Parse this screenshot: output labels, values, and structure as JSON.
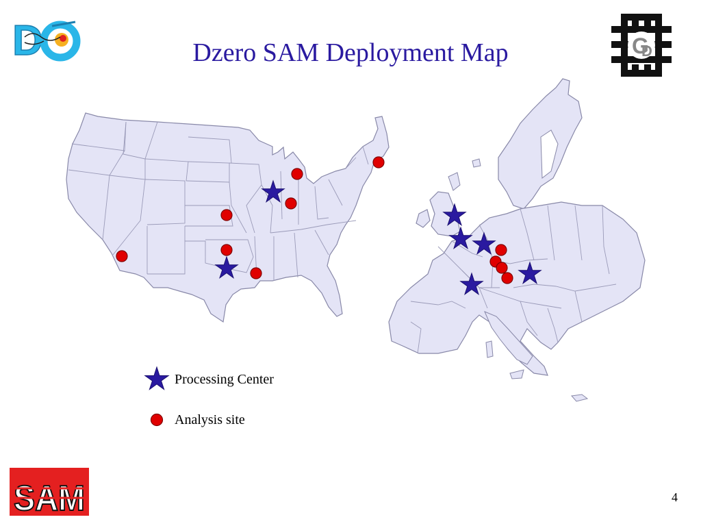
{
  "title": "Dzero SAM Deployment Map",
  "legend": {
    "processing_label": "Processing Center",
    "analysis_label": "Analysis site"
  },
  "logos": {
    "d0": "D0 experiment logo",
    "fnal": "Fermilab logo",
    "sam": "SAM"
  },
  "page_number": "4",
  "colors": {
    "title": "#2a1aa0",
    "land": "#e4e4f6",
    "star": "#2a1aa0",
    "dot": "#e00000"
  },
  "markers": {
    "us_processing_centers": 2,
    "us_analysis_sites": 7,
    "europe_processing_centers": 5,
    "europe_analysis_sites": 4
  }
}
